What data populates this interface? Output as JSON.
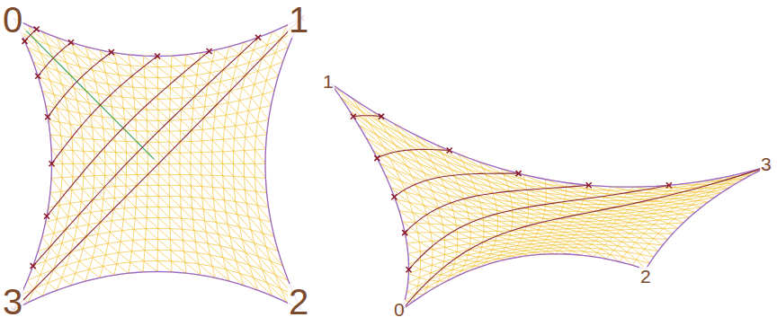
{
  "diagram": {
    "labels": [
      "0",
      "1",
      "3",
      "2",
      "1",
      "3",
      "2",
      "0"
    ]
  }
}
